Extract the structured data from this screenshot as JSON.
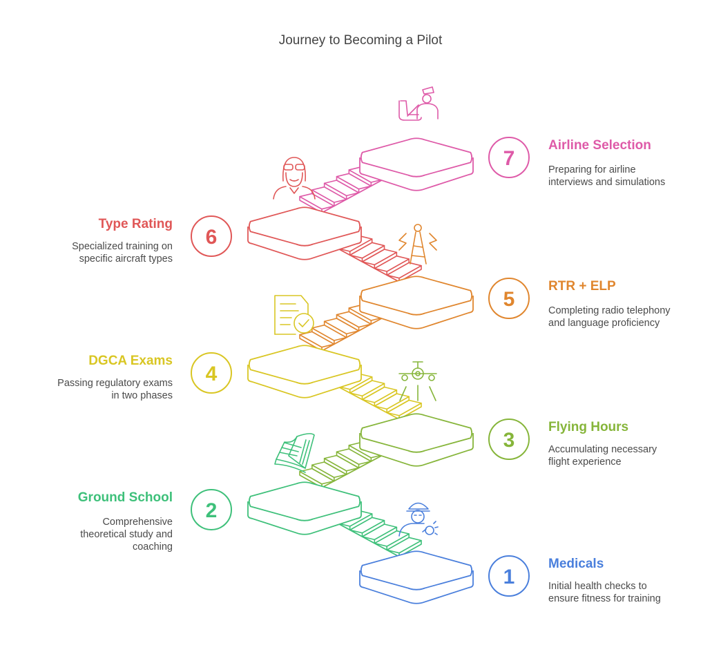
{
  "title": "Journey to Becoming a Pilot",
  "colors": {
    "medicals": "#4a7fdc",
    "ground_school": "#3ec07a",
    "flying_hours": "#86b53a",
    "dgca_exams": "#d9c623",
    "rtr_elp": "#e0862e",
    "type_rating": "#e05757",
    "airline_selection": "#de5aa8"
  },
  "steps": [
    {
      "number": "1",
      "title": "Medicals",
      "description": "Initial health checks to ensure fitness for training",
      "icon": "pilot-health-check-icon",
      "color": "#4a7fdc"
    },
    {
      "number": "2",
      "title": "Ground School",
      "description": "Comprehensive theoretical study and coaching",
      "icon": "book-icon",
      "color": "#3ec07a"
    },
    {
      "number": "3",
      "title": "Flying Hours",
      "description": "Accumulating necessary flight experience",
      "icon": "airplane-icon",
      "color": "#86b53a"
    },
    {
      "number": "4",
      "title": "DGCA Exams",
      "description": "Passing regulatory exams in two phases",
      "icon": "document-check-icon",
      "color": "#d9c623"
    },
    {
      "number": "5",
      "title": "RTR + ELP",
      "description": "Completing radio telephony and language proficiency",
      "icon": "radio-tower-icon",
      "color": "#e0862e"
    },
    {
      "number": "6",
      "title": "Type Rating",
      "description": "Specialized training on specific aircraft types",
      "icon": "pilot-avatar-icon",
      "color": "#e05757"
    },
    {
      "number": "7",
      "title": "Airline Selection",
      "description": "Preparing for airline interviews and simulations",
      "icon": "pilot-seat-icon",
      "color": "#de5aa8"
    }
  ]
}
